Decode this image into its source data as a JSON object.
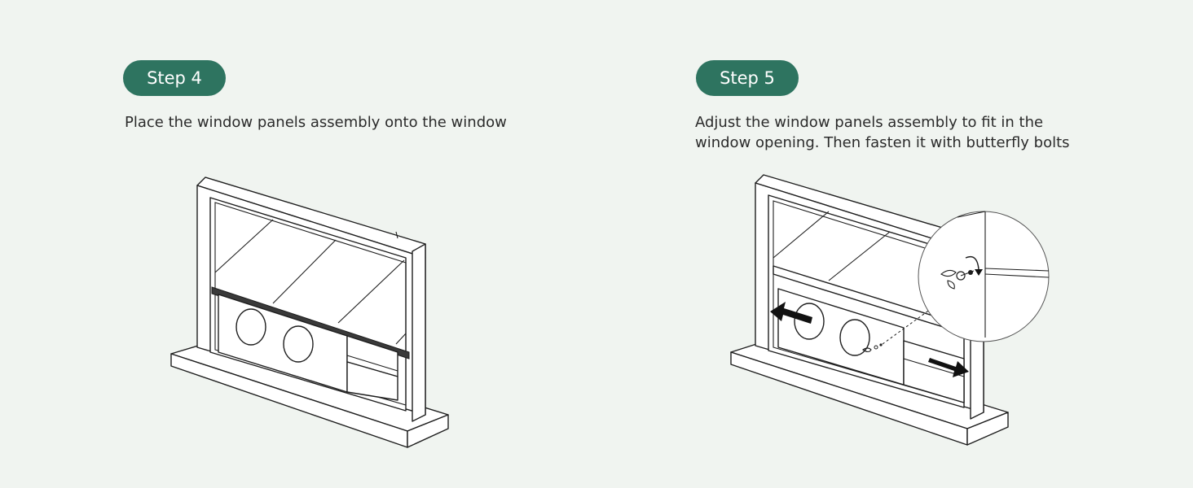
{
  "steps": [
    {
      "label": "Step 4",
      "description": "Place the window panels assembly onto the window"
    },
    {
      "label": "Step 5",
      "description": "Adjust the window panels assembly to fit in the\nwindow opening. Then fasten it with butterfly bolts"
    }
  ],
  "colors": {
    "background": "#f0f4f0",
    "accent": "#2e7460",
    "line": "#1e1e1e"
  }
}
